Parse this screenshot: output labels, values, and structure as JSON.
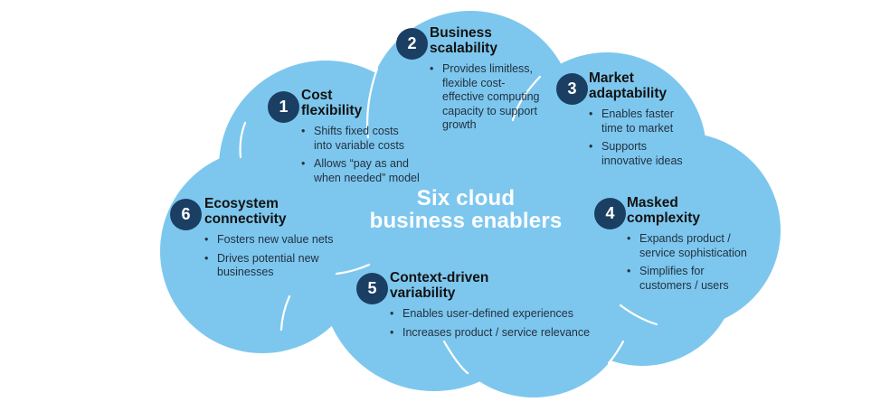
{
  "diagram": {
    "center_title": "Six cloud\nbusiness enablers",
    "colors": {
      "cloud": "#7dc7ee",
      "badge": "#1b3e63",
      "heading": "#121212",
      "bullet": "#223140",
      "title": "#ffffff",
      "seam": "#ffffff"
    },
    "items": [
      {
        "number": "1",
        "title": "Cost\nflexibility",
        "bullets": [
          "Shifts fixed costs\ninto variable costs",
          "Allows “pay as and\nwhen needed” model"
        ]
      },
      {
        "number": "2",
        "title": "Business\nscalability",
        "bullets": [
          "Provides limitless,\nflexible cost-\neffective computing\ncapacity to support\ngrowth"
        ]
      },
      {
        "number": "3",
        "title": "Market\nadaptability",
        "bullets": [
          "Enables faster\ntime to market",
          "Supports\ninnovative ideas"
        ]
      },
      {
        "number": "4",
        "title": "Masked\ncomplexity",
        "bullets": [
          "Expands product /\nservice sophistication",
          "Simplifies for\ncustomers / users"
        ]
      },
      {
        "number": "5",
        "title": "Context-driven\nvariability",
        "bullets": [
          "Enables user-defined experiences",
          "Increases product / service relevance"
        ]
      },
      {
        "number": "6",
        "title": "Ecosystem\nconnectivity",
        "bullets": [
          "Fosters new value nets",
          "Drives potential new\nbusinesses"
        ]
      }
    ]
  }
}
